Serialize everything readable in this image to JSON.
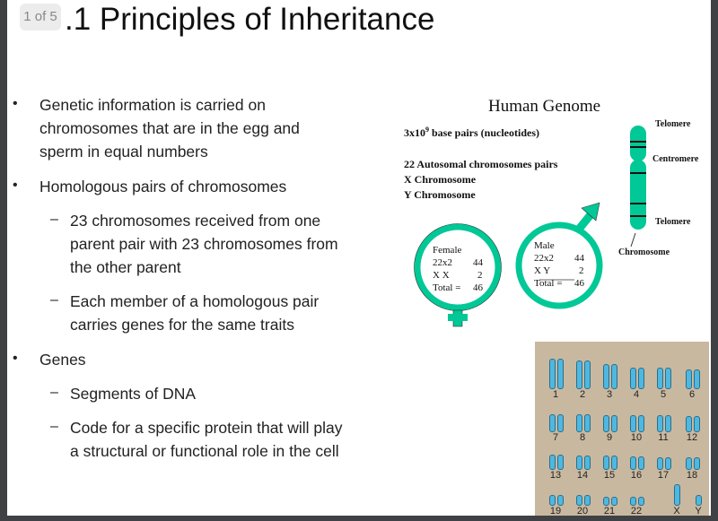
{
  "slide": {
    "title": ".1 Principles of Inheritance",
    "page_indicator": "1 of 5"
  },
  "bullets": [
    {
      "level": 1,
      "lines": [
        "Genetic information is carried on",
        "chromosomes that are in the egg and",
        "sperm in equal numbers"
      ]
    },
    {
      "level": 1,
      "lines": [
        "Homologous pairs of chromosomes"
      ]
    },
    {
      "level": 2,
      "lines": [
        "23 chromosomes received from one",
        "parent pair with 23 chromosomes from",
        "the other parent"
      ]
    },
    {
      "level": 2,
      "lines": [
        "Each member of a homologous pair",
        "carries genes for the same traits"
      ]
    },
    {
      "level": 1,
      "lines": [
        "Genes"
      ]
    },
    {
      "level": 2,
      "lines": [
        "Segments of DNA"
      ]
    },
    {
      "level": 2,
      "lines": [
        "Code for a specific protein that will play",
        "a structural or functional role in the cell"
      ]
    }
  ],
  "figure": {
    "title": "Human Genome",
    "base_pairs": "3x10",
    "base_pairs_exp": "9",
    "base_pairs_rest": " base pairs (nucleotides)",
    "list": [
      "22 Autosomal chromosomes pairs",
      "X Chromosome",
      "Y Chromosome"
    ],
    "female": {
      "label": "Female",
      "rows": [
        [
          "22x2",
          "44"
        ],
        [
          "X X",
          "2"
        ],
        [
          "Total =",
          "46"
        ]
      ]
    },
    "male": {
      "label": "Male",
      "rows": [
        [
          "22x2",
          "44"
        ],
        [
          "X Y",
          "2"
        ],
        [
          "Total =",
          "46"
        ]
      ]
    },
    "labels": {
      "telomere_top": "Telomere",
      "centromere": "Centromere",
      "telomere_bottom": "Telomere",
      "chromosome": "Chromosome"
    },
    "accent": "#00c896"
  },
  "karyotype": {
    "labels": [
      "1",
      "2",
      "3",
      "4",
      "5",
      "6",
      "7",
      "8",
      "9",
      "10",
      "11",
      "12",
      "13",
      "14",
      "15",
      "16",
      "17",
      "18",
      "19",
      "20",
      "21",
      "22",
      "X",
      "Y"
    ]
  }
}
